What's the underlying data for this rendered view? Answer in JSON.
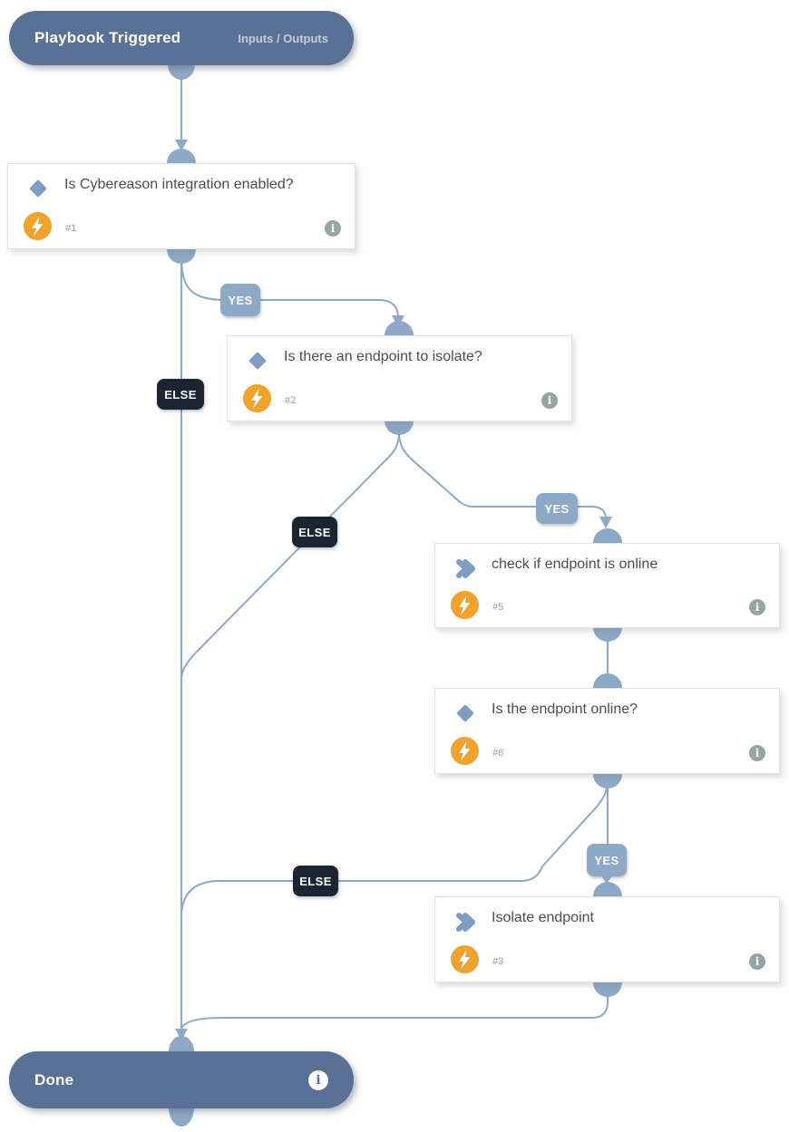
{
  "header": {
    "title": "Playbook Triggered",
    "menu_label": "Inputs / Outputs"
  },
  "done": {
    "title": "Done",
    "info_icon": "info-icon"
  },
  "labels": {
    "yes": "YES",
    "else": "ELSE"
  },
  "nodes": [
    {
      "id": "#1",
      "title": "Is Cybereason integration enabled?",
      "type": "condition"
    },
    {
      "id": "#2",
      "title": "Is there an endpoint to isolate?",
      "type": "condition"
    },
    {
      "id": "#5",
      "title": "check if endpoint is online",
      "type": "task"
    },
    {
      "id": "#6",
      "title": "Is the endpoint online?",
      "type": "condition"
    },
    {
      "id": "#3",
      "title": "Isolate endpoint",
      "type": "task"
    }
  ],
  "icons": {
    "condition": "diamond-icon",
    "task": "chevron-icon",
    "automation": "lightning-icon",
    "details": "info-icon"
  },
  "colors": {
    "connector": "#8ea9c6",
    "node_accent": "#7f9dc0",
    "lightning_bg": "#f0a22f",
    "else_bg": "#1b2531",
    "yes_bg": "#8ea9c6",
    "terminal_bg": "#5a7195",
    "info_gray": "#95a5a6",
    "title_text": "#4d4d4d"
  }
}
